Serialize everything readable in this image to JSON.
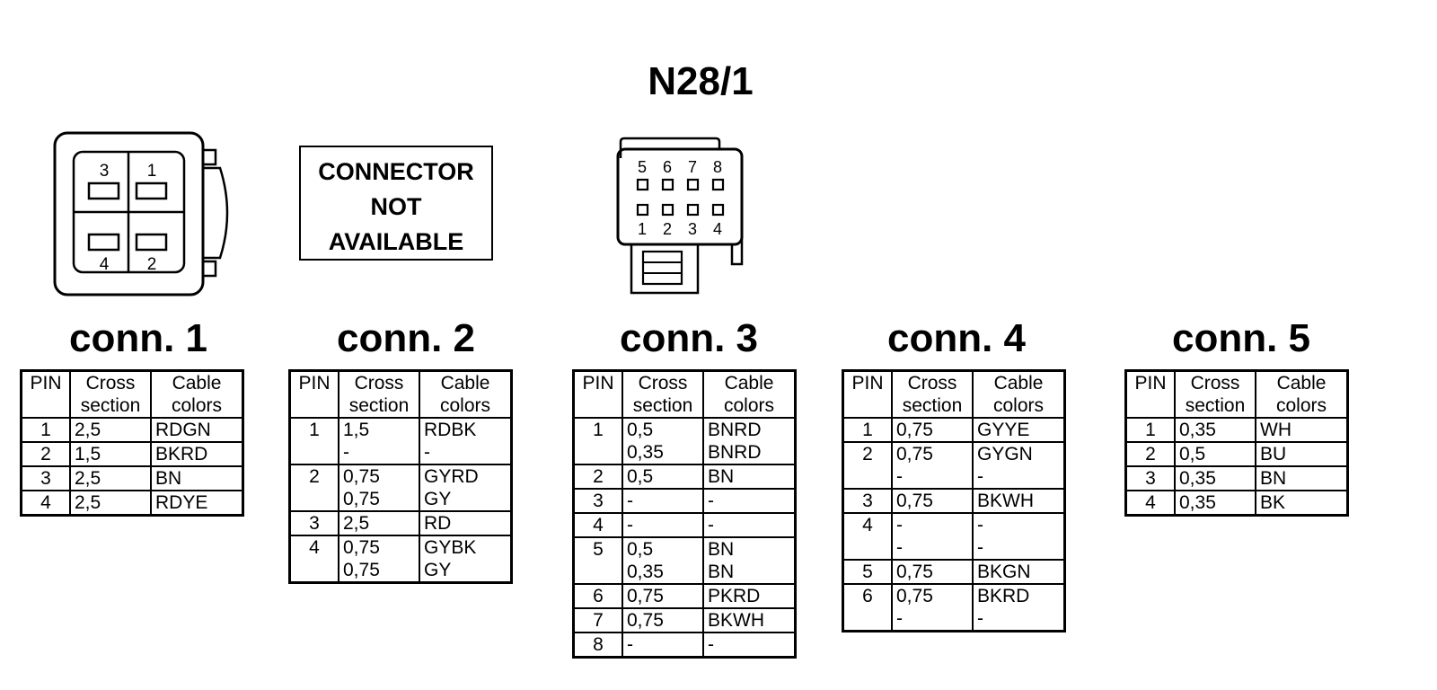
{
  "title": "N28/1",
  "connector_not_available": [
    "CONNECTOR",
    "NOT",
    "AVAILABLE"
  ],
  "conn1_pin_labels": [
    "3",
    "1",
    "4",
    "2"
  ],
  "conn3_pin_labels_top": [
    "5",
    "6",
    "7",
    "8"
  ],
  "conn3_pin_labels_bottom": [
    "1",
    "2",
    "3",
    "4"
  ],
  "headers": {
    "pin": "PIN",
    "cross1": "Cross",
    "cross2": "section",
    "cable1": "Cable",
    "cable2": "colors"
  },
  "connectors": [
    {
      "label": "conn. 1",
      "rows": [
        {
          "pin": "1",
          "cross": [
            "2,5"
          ],
          "colors": [
            "RDGN"
          ]
        },
        {
          "pin": "2",
          "cross": [
            "1,5"
          ],
          "colors": [
            "BKRD"
          ]
        },
        {
          "pin": "3",
          "cross": [
            "2,5"
          ],
          "colors": [
            "BN"
          ]
        },
        {
          "pin": "4",
          "cross": [
            "2,5"
          ],
          "colors": [
            "RDYE"
          ]
        }
      ]
    },
    {
      "label": "conn. 2",
      "rows": [
        {
          "pin": "1",
          "cross": [
            "1,5",
            "-"
          ],
          "colors": [
            "RDBK",
            "-"
          ]
        },
        {
          "pin": "2",
          "cross": [
            "0,75",
            "0,75"
          ],
          "colors": [
            "GYRD",
            "GY"
          ]
        },
        {
          "pin": "3",
          "cross": [
            "2,5"
          ],
          "colors": [
            "RD"
          ]
        },
        {
          "pin": "4",
          "cross": [
            "0,75",
            "0,75"
          ],
          "colors": [
            "GYBK",
            "GY"
          ]
        }
      ]
    },
    {
      "label": "conn. 3",
      "rows": [
        {
          "pin": "1",
          "cross": [
            "0,5",
            "0,35"
          ],
          "colors": [
            "BNRD",
            "BNRD"
          ]
        },
        {
          "pin": "2",
          "cross": [
            "0,5"
          ],
          "colors": [
            "BN"
          ]
        },
        {
          "pin": "3",
          "cross": [
            "-"
          ],
          "colors": [
            "-"
          ]
        },
        {
          "pin": "4",
          "cross": [
            "-"
          ],
          "colors": [
            "-"
          ]
        },
        {
          "pin": "5",
          "cross": [
            "0,5",
            "0,35"
          ],
          "colors": [
            "BN",
            "BN"
          ]
        },
        {
          "pin": "6",
          "cross": [
            "0,75"
          ],
          "colors": [
            "PKRD"
          ]
        },
        {
          "pin": "7",
          "cross": [
            "0,75"
          ],
          "colors": [
            "BKWH"
          ]
        },
        {
          "pin": "8",
          "cross": [
            "-"
          ],
          "colors": [
            "-"
          ]
        }
      ]
    },
    {
      "label": "conn. 4",
      "rows": [
        {
          "pin": "1",
          "cross": [
            "0,75"
          ],
          "colors": [
            "GYYE"
          ]
        },
        {
          "pin": "2",
          "cross": [
            "0,75",
            "-"
          ],
          "colors": [
            "GYGN",
            "-"
          ]
        },
        {
          "pin": "3",
          "cross": [
            "0,75"
          ],
          "colors": [
            "BKWH"
          ]
        },
        {
          "pin": "4",
          "cross": [
            "-",
            "-"
          ],
          "colors": [
            "-",
            "-"
          ]
        },
        {
          "pin": "5",
          "cross": [
            "0,75"
          ],
          "colors": [
            "BKGN"
          ]
        },
        {
          "pin": "6",
          "cross": [
            "0,75",
            "-"
          ],
          "colors": [
            "BKRD",
            "-"
          ]
        }
      ]
    },
    {
      "label": "conn. 5",
      "rows": [
        {
          "pin": "1",
          "cross": [
            "0,35"
          ],
          "colors": [
            "WH"
          ]
        },
        {
          "pin": "2",
          "cross": [
            "0,5"
          ],
          "colors": [
            "BU"
          ]
        },
        {
          "pin": "3",
          "cross": [
            "0,35"
          ],
          "colors": [
            "BN"
          ]
        },
        {
          "pin": "4",
          "cross": [
            "0,35"
          ],
          "colors": [
            "BK"
          ]
        }
      ]
    }
  ]
}
